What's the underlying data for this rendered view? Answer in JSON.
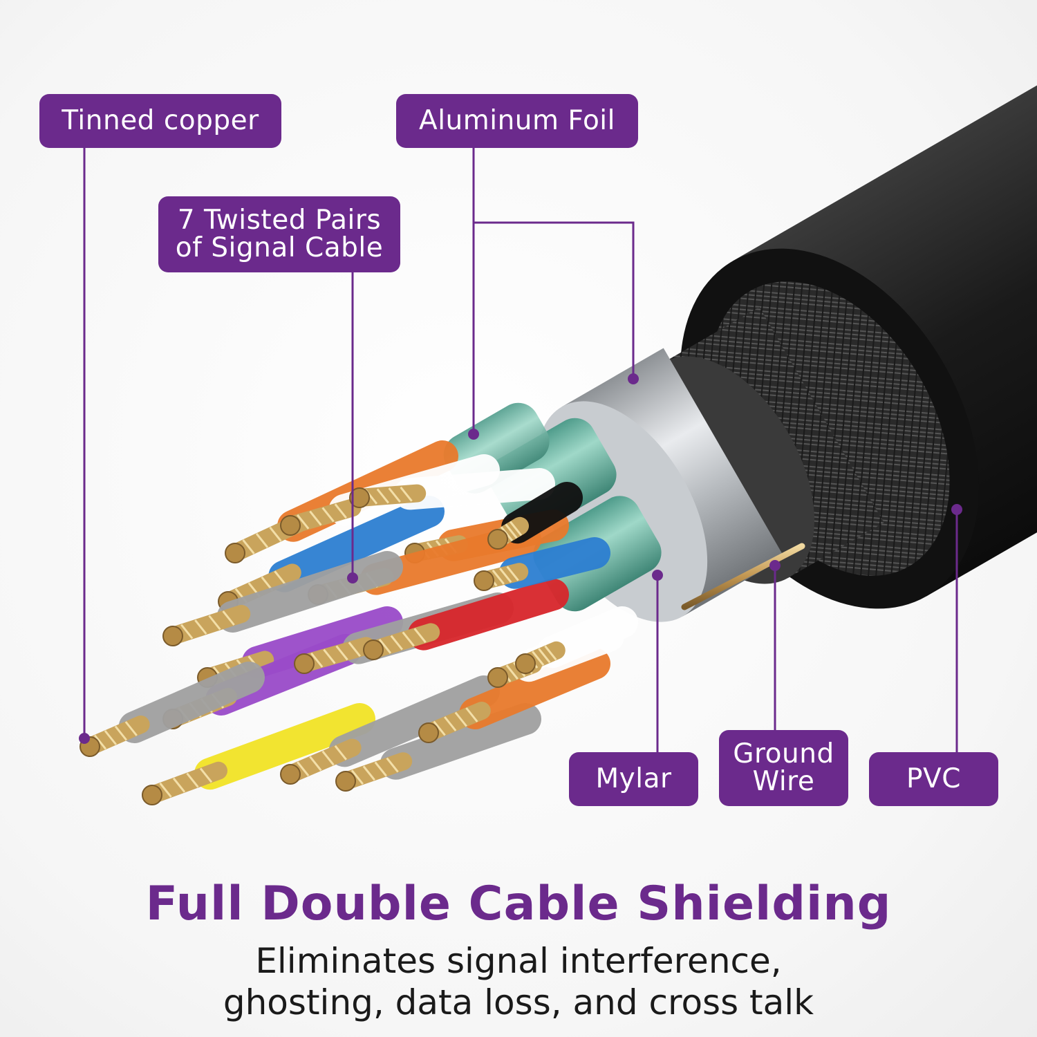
{
  "labels": {
    "tinned_copper": "Tinned copper",
    "aluminum_foil": "Aluminum Foil",
    "twisted_pairs": "7 Twisted Pairs\nof Signal Cable",
    "mylar": "Mylar",
    "ground_wire": "Ground\nWire",
    "pvc": "PVC"
  },
  "headline": "Full Double Cable Shielding",
  "subheadline": "Eliminates signal interference,\nghosting, data loss, and cross talk",
  "colors": {
    "accent": "#6b2a8c",
    "jacket": "#1c1c1c",
    "braid": "#3a3a3a",
    "foil": "#b9bcc0",
    "mylar": "#6fb7a6",
    "copper": "#c9a45c"
  },
  "wire_colors": [
    "#e97a2c",
    "#ffffff",
    "#2d7fd1",
    "#9a4bc9",
    "#d8262b",
    "#f2e326",
    "#a0a0a0",
    "#111111"
  ]
}
